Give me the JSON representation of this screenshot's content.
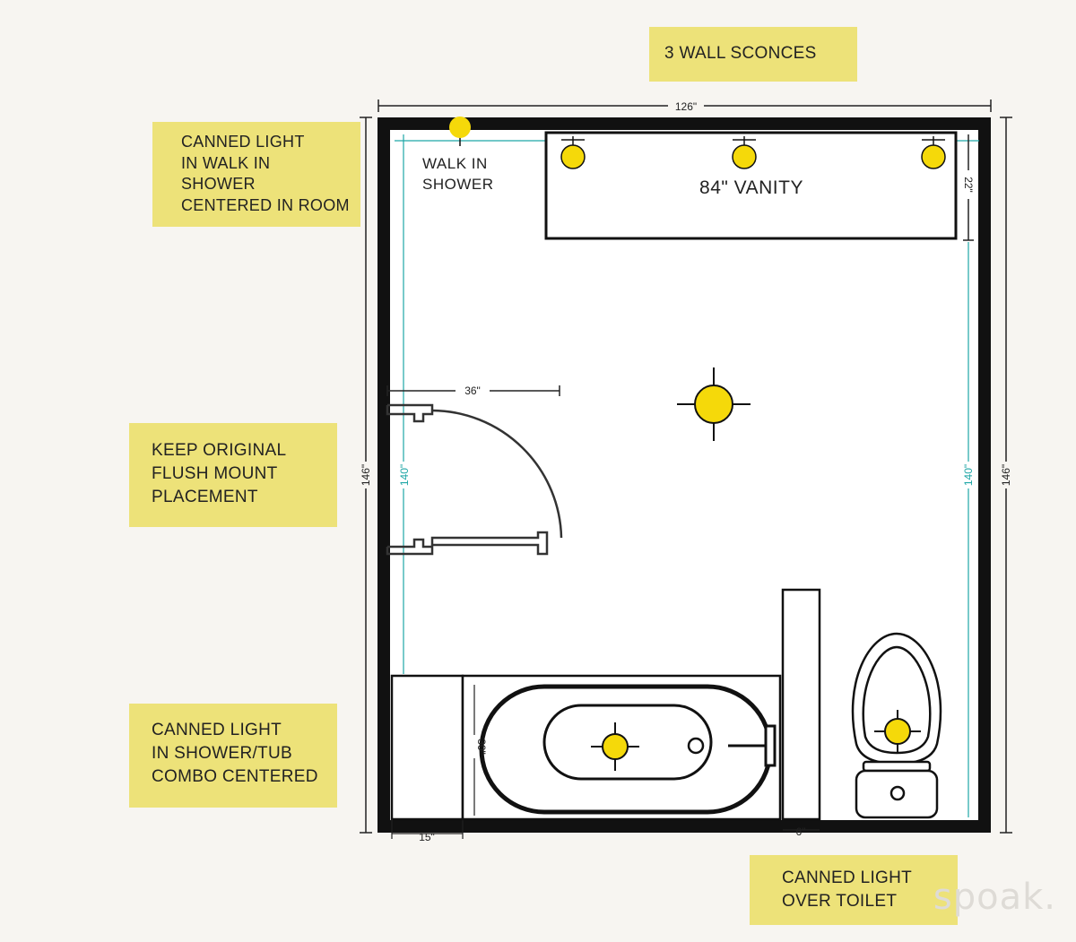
{
  "notes": {
    "wall_sconces": [
      "3 WALL SCONCES"
    ],
    "shower_light": [
      "CANNED LIGHT",
      "IN WALK IN",
      "SHOWER",
      "CENTERED IN ROOM"
    ],
    "flush_mount": [
      "KEEP ORIGINAL",
      "FLUSH MOUNT",
      "PLACEMENT"
    ],
    "tub_light": [
      "CANNED LIGHT",
      "IN SHOWER/TUB",
      "COMBO CENTERED"
    ],
    "toilet_light": [
      "CANNED LIGHT",
      "OVER TOILET"
    ]
  },
  "plan": {
    "width_dim": "126\"",
    "height_dim_left": "146\"",
    "height_dim_right": "146\"",
    "inner_left": "140\"",
    "inner_right": "140\"",
    "vanity_depth": "22\"",
    "door_width": "36\"",
    "tub_width": "30\"",
    "ledge_width": "15\"",
    "wall_width": "6\"",
    "vanity_label": "84\" VANITY",
    "shower_label": [
      "WALK IN",
      "SHOWER"
    ]
  },
  "colors": {
    "light_fixture": "#f5d90a",
    "note_background": "#ede279",
    "wall": "#111111",
    "inner_dimension": "#1fa6a6"
  },
  "watermark": "spoak."
}
